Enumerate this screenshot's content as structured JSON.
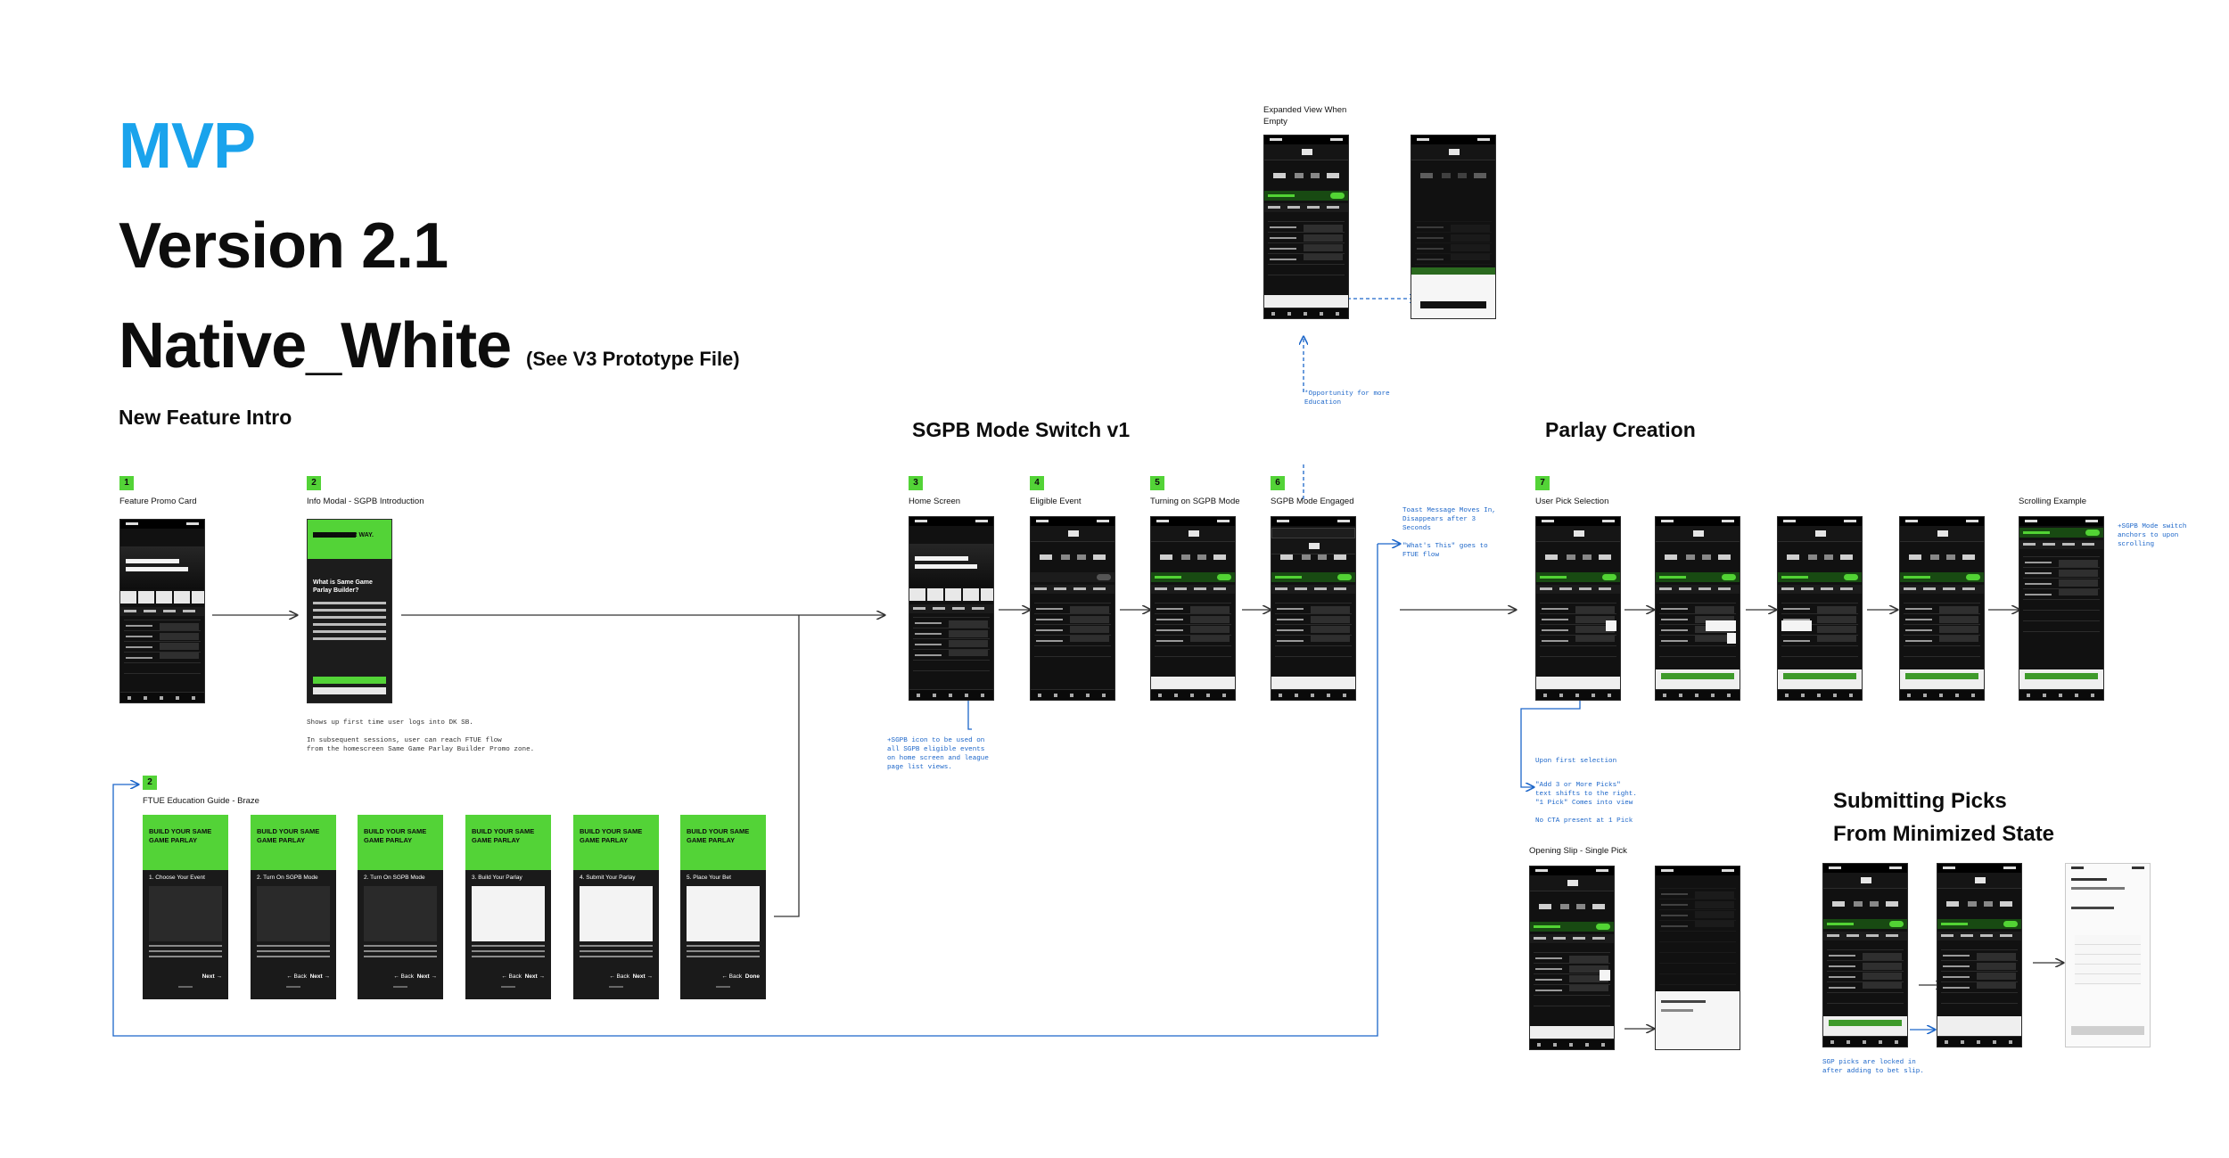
{
  "headings": {
    "mvp": "MVP",
    "version": "Version 2.1",
    "native": "Native_White",
    "see_prototype": "(See V3 Prototype File)"
  },
  "sections": {
    "new_feature_intro": "New Feature Intro",
    "sgpb_mode_switch": "SGPB Mode Switch v1",
    "parlay_creation": "Parlay Creation",
    "submitting_picks_1": "Submitting Picks",
    "submitting_picks_2": "From Minimized State"
  },
  "steps": {
    "s1": {
      "num": "1",
      "label": "Feature Promo Card"
    },
    "s2": {
      "num": "2",
      "label": "Info Modal - SGPB Introduction"
    },
    "s2b": {
      "num": "2",
      "label": "FTUE Education Guide - Braze"
    },
    "s3": {
      "num": "3",
      "label": "Home Screen"
    },
    "s4": {
      "num": "4",
      "label": "Eligible Event"
    },
    "s5": {
      "num": "5",
      "label": "Turning on SGPB Mode"
    },
    "s6": {
      "num": "6",
      "label": "SGPB Mode Engaged"
    },
    "s7": {
      "num": "7",
      "label": "User Pick Selection"
    },
    "scrolling": {
      "label": "Scrolling Example"
    },
    "expanded": {
      "label": "Expanded View When\nEmpty"
    },
    "opening_slip": {
      "label": "Opening Slip - Single Pick"
    }
  },
  "ftue_cards": [
    {
      "banner": "BUILD YOUR SAME\nGAME PARLAY",
      "title": "1. Choose Your Event",
      "nav_back": "",
      "nav_next": "Next →"
    },
    {
      "banner": "BUILD YOUR SAME\nGAME PARLAY",
      "title": "2. Turn On SGPB Mode",
      "nav_back": "← Back",
      "nav_next": "Next →"
    },
    {
      "banner": "BUILD YOUR SAME\nGAME PARLAY",
      "title": "2. Turn On SGPB Mode",
      "nav_back": "← Back",
      "nav_next": "Next →"
    },
    {
      "banner": "BUILD YOUR SAME\nGAME PARLAY",
      "title": "3. Build Your Parlay",
      "nav_back": "← Back",
      "nav_next": "Next →"
    },
    {
      "banner": "BUILD YOUR SAME\nGAME PARLAY",
      "title": "4. Submit Your Parlay",
      "nav_back": "← Back",
      "nav_next": "Next →"
    },
    {
      "banner": "BUILD YOUR SAME\nGAME PARLAY",
      "title": "5. Place Your Bet",
      "nav_back": "← Back",
      "nav_next": "Done"
    }
  ],
  "modal": {
    "banner": "PARLAY YOUR WAY.",
    "title": "What is Same Game\nParlay Builder?"
  },
  "notes": {
    "first_time": "Shows up first time user logs into DK SB.\n\nIn subsequent sessions, user can reach FTUE flow\nfrom the homescreen Same Game Parlay Builder Promo zone.",
    "sgpb_icon": "+SGPB icon to be used on\nall SGPB eligible events\non home screen and league\npage list views.",
    "toast": "Toast Message Moves In,\nDisappears after 3\nSeconds\n\n\"What's This\" goes to\nFTUE flow",
    "opportunity": "*Opportunity for more\nEducation",
    "anchors": "+SGPB Mode switch\nanchors to upon\nscrolling",
    "first_selection": "Upon first selection",
    "add_picks": "\"Add 3 or More Picks\"\ntext shifts to the right.\n\"1 Pick\" Comes into view\n\nNo CTA present at 1 Pick",
    "locked": "SGP picks are locked in\nafter adding to bet slip."
  },
  "colors": {
    "accent_blue": "#1aa3ec",
    "brand_green": "#53d337",
    "connector_blue": "#1c66c9"
  }
}
